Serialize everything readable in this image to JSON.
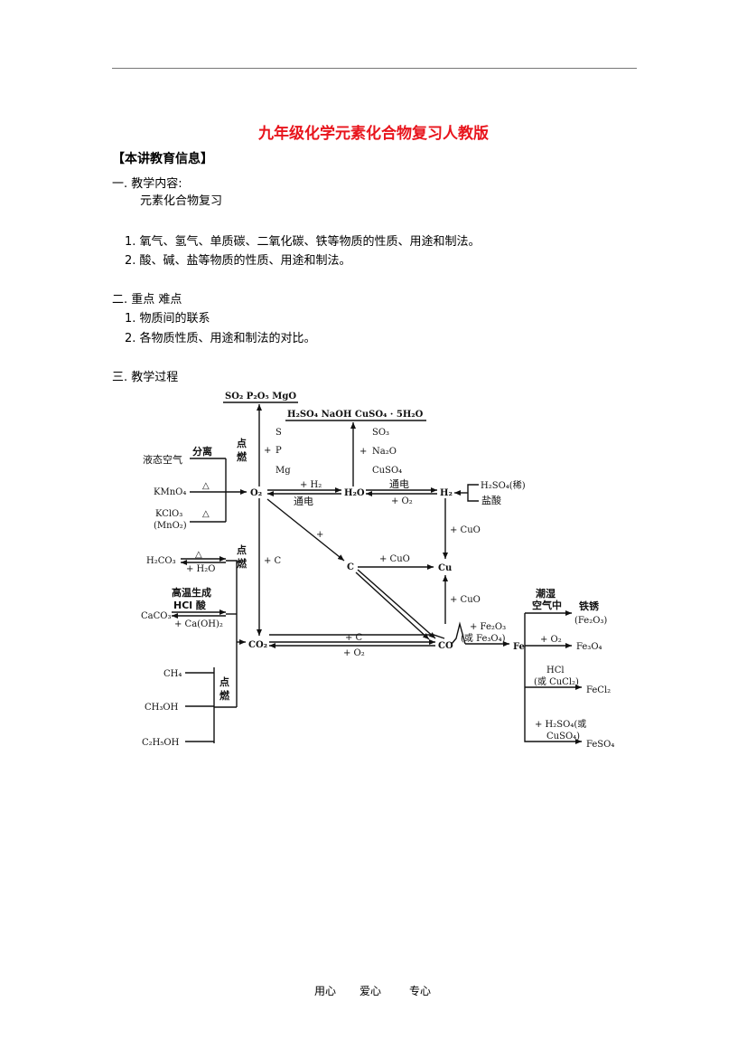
{
  "title": "九年级化学元素化合物复习人教版",
  "info_header": "【本讲教育信息】",
  "sec1": {
    "heading": "一. 教学内容:",
    "subtitle": "元素化合物复习",
    "items": [
      "1.  氧气、氢气、单质碳、二氧化碳、铁等物质的性质、用途和制法。",
      "2.  酸、碱、盐等物质的性质、用途和制法。"
    ]
  },
  "sec2": {
    "heading": "二. 重点  难点",
    "items": [
      "1.  物质间的联系",
      "2.  各物质性质、用途和制法的对比。"
    ]
  },
  "sec3": {
    "heading": "三. 教学过程"
  },
  "diagram": {
    "so2": "SO₂ P₂O₅ MgO",
    "h2so4": "H₂SO₄ NaOH CuSO₄ · 5H₂O",
    "s": "S",
    "p": "P",
    "mg": "Mg",
    "so3": "SO₃",
    "na2o": "Na₂O",
    "cuso4": "CuSO₄",
    "plus1": "+",
    "plus2": "+",
    "plus3": "+",
    "plus4": "+",
    "plus5": "+",
    "dianran1": "点",
    "dianran2": "燃",
    "dianran3": "点",
    "dianran4": "燃",
    "dianran5": "点",
    "dianran6": "燃",
    "liquid_air": "液态空气",
    "fenli": "分离",
    "kmno4": "KMnO₄",
    "delta1": "△",
    "kclo3": "KClO₃",
    "mno2": "(MnO₂)",
    "delta2": "△",
    "o2": "O₂",
    "plus_h2": "+ H₂",
    "tongdian1": "通电",
    "h2o": "H₂O",
    "tongdian2": "通电",
    "plus_o2_1": "+ O₂",
    "h2": "H₂",
    "h2so4_dil": "H₂SO₄(稀)",
    "yansuan": "盐酸",
    "plus_cuo1": "+ CuO",
    "plus_c1": "+ C",
    "c": "C",
    "plus_cuo2": "+ CuO",
    "cu": "Cu",
    "plus_cuo3": "+ CuO",
    "h2co3": "H₂CO₃",
    "delta3": "△",
    "plus_h2o": "+ H₂O",
    "gaowen": "高温生成",
    "hcl_suan": "HCl 酸",
    "caco3": "CaCO₃",
    "plus_caoh2": "+ Ca(OH)₂",
    "co2": "CO₂",
    "plus_c2": "+ C",
    "plus_o2_2": "+ O₂",
    "co": "CO",
    "plus_fe2o3": "+ Fe₂O₃",
    "huo_fe3o4": "(或 Fe₃O₄)",
    "fe": "Fe",
    "chaoshi": "潮湿",
    "kongqi": "空气中",
    "tiexiu": "铁锈",
    "fe2o3_p": "(Fe₂O₃)",
    "plus_o2_3": "+ O₂",
    "fe3o4": "Fe₃O₄",
    "hcl": "HCl",
    "huo_cucl2": "(或 CuCl₂)",
    "fecl2": "FeCl₂",
    "plus_h2so4": "+ H₂SO₄(或",
    "cuso4_p": "CuSO₄)",
    "feso4": "FeSO₄",
    "ch4": "CH₄",
    "ch3oh": "CH₃OH",
    "c2h5oh": "C₂H₅OH"
  },
  "footer": {
    "a": "用心",
    "b": "爱心",
    "c": "专心"
  }
}
